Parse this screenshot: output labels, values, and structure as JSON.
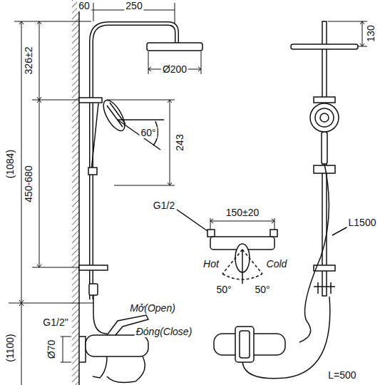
{
  "diagram": {
    "labels": [
      "60",
      "250",
      "130",
      "Ø200",
      "326±2",
      "60°",
      "243",
      "(1084)",
      "450-680",
      "G1/2",
      "150±20",
      "L1500",
      "Hot",
      "Cold",
      "50°",
      "50°",
      "Mở(Open)",
      "Đóng(Close)",
      "G1/2\"",
      "Ø70",
      "(1100)",
      "L=500"
    ]
  }
}
